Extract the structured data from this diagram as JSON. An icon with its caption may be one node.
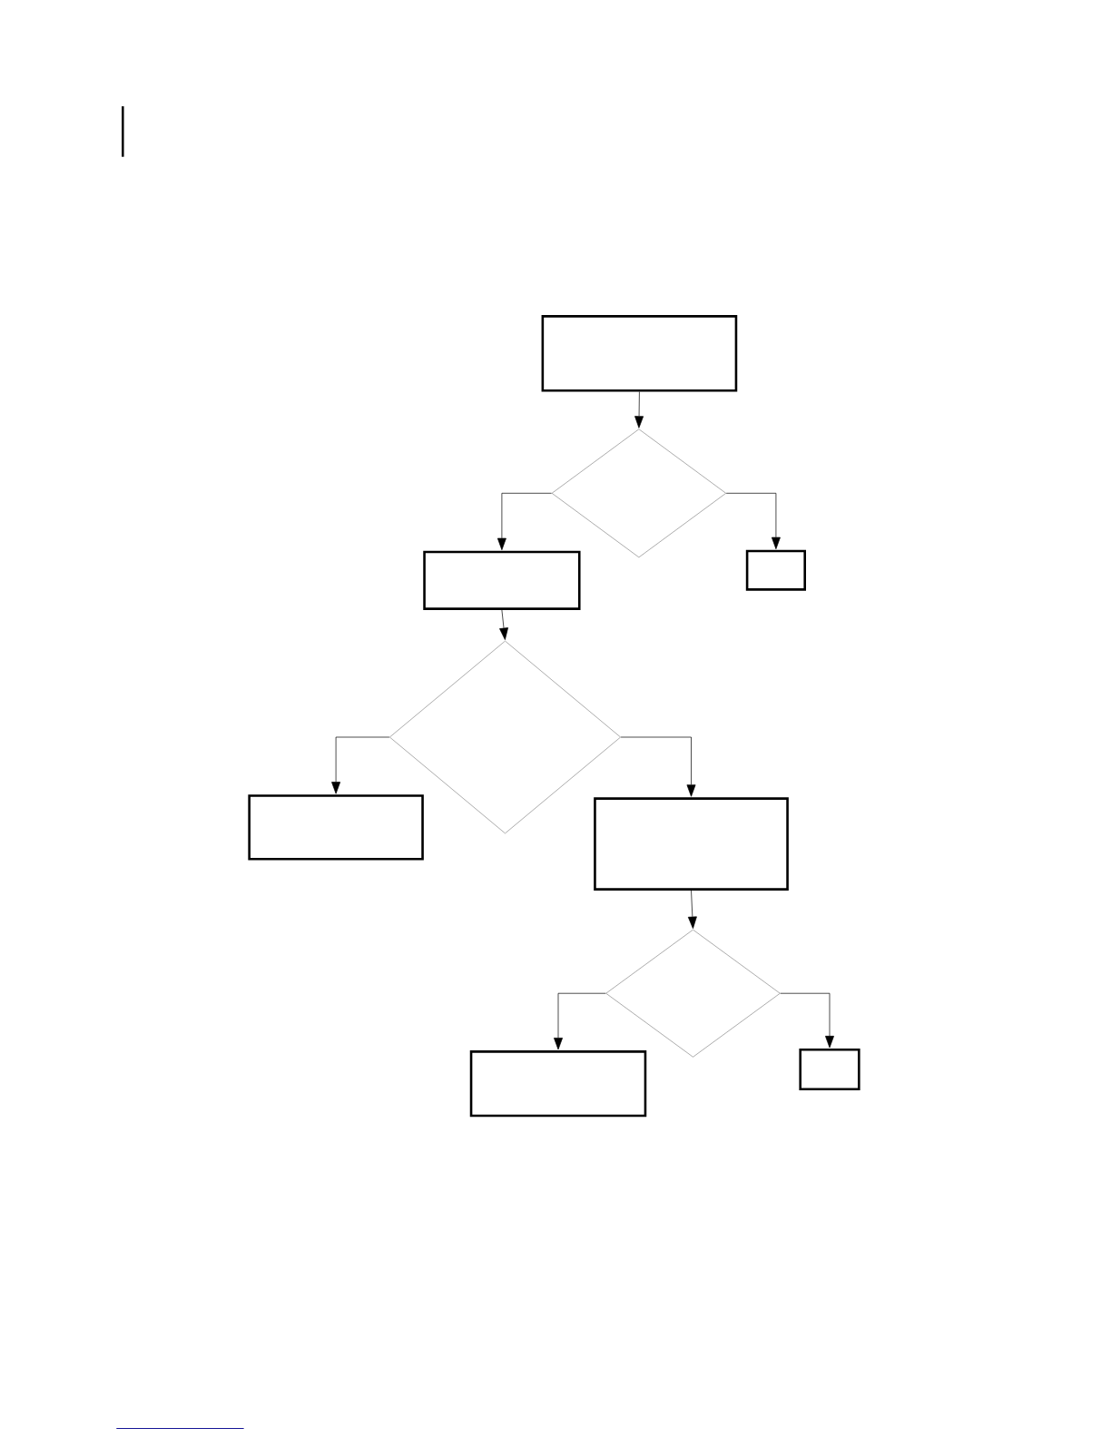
{
  "diagram": {
    "nodes": [
      {
        "text": [],
        "shape": "box"
      },
      {
        "text": [],
        "shape": "diamond"
      },
      {
        "text": [],
        "shape": "box"
      },
      {
        "text": [],
        "shape": "box"
      },
      {
        "text": [],
        "shape": "diamond"
      },
      {
        "text": [],
        "shape": "box"
      },
      {
        "text": [],
        "shape": "box"
      },
      {
        "text": [],
        "shape": "diamond"
      },
      {
        "text": [],
        "shape": "box"
      },
      {
        "text": [],
        "shape": "box"
      }
    ],
    "edges": [
      {
        "from": 0,
        "to": 1,
        "arrow": "to"
      },
      {
        "from": 1,
        "to": 2,
        "arrow": "to"
      },
      {
        "from": 1,
        "to": 3,
        "arrow": "to"
      },
      {
        "from": 2,
        "to": 4,
        "arrow": "to"
      },
      {
        "from": 4,
        "to": 5,
        "arrow": "to"
      },
      {
        "from": 4,
        "to": 6,
        "arrow": "to"
      },
      {
        "from": 6,
        "to": 7,
        "arrow": "to"
      },
      {
        "from": 7,
        "to": 8,
        "arrow": "to"
      },
      {
        "from": 7,
        "to": 9,
        "arrow": "to"
      }
    ]
  }
}
